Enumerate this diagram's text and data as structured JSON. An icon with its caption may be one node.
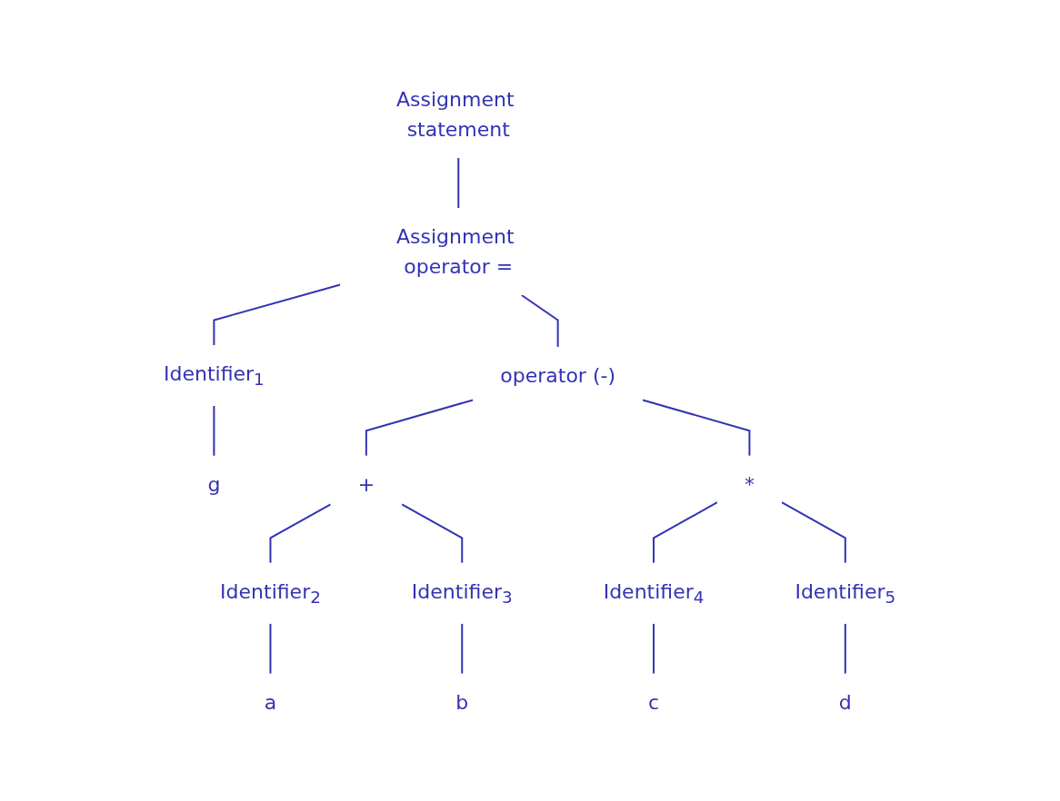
{
  "diagram": {
    "nodes": [
      {
        "text": [
          "Assignment statement"
        ]
      },
      {
        "text": [
          "Assignment operator ="
        ]
      },
      {
        "text": [
          "Identifier$_{1}$"
        ]
      },
      {
        "text": [
          "operator (-)"
        ]
      },
      {
        "text": [
          "g"
        ]
      },
      {
        "text": [
          "+"
        ]
      },
      {
        "text": [
          "*"
        ]
      },
      {
        "text": [
          "Identifier$_{2}$"
        ]
      },
      {
        "text": [
          "Identifier$_{3}$"
        ]
      },
      {
        "text": [
          "Identifier$_{4}$"
        ]
      },
      {
        "text": [
          "Identifier$_{5}$"
        ]
      },
      {
        "text": [
          "a"
        ]
      },
      {
        "text": [
          "b"
        ]
      },
      {
        "text": [
          "c"
        ]
      },
      {
        "text": [
          "d"
        ]
      }
    ],
    "edges": [
      {
        "from": 0,
        "to": 1,
        "arrow": "none"
      },
      {
        "from": 1,
        "to": 2,
        "arrow": "none"
      },
      {
        "from": 1,
        "to": 3,
        "arrow": "none"
      },
      {
        "from": 2,
        "to": 4,
        "arrow": "none"
      },
      {
        "from": 3,
        "to": 5,
        "arrow": "none"
      },
      {
        "from": 3,
        "to": 6,
        "arrow": "none"
      },
      {
        "from": 5,
        "to": 7,
        "arrow": "none"
      },
      {
        "from": 5,
        "to": 8,
        "arrow": "none"
      },
      {
        "from": 6,
        "to": 9,
        "arrow": "none"
      },
      {
        "from": 6,
        "to": 10,
        "arrow": "none"
      },
      {
        "from": 7,
        "to": 11,
        "arrow": "none"
      },
      {
        "from": 8,
        "to": 12,
        "arrow": "none"
      },
      {
        "from": 9,
        "to": 13,
        "arrow": "none"
      },
      {
        "from": 10,
        "to": 14,
        "arrow": "none"
      }
    ]
  }
}
